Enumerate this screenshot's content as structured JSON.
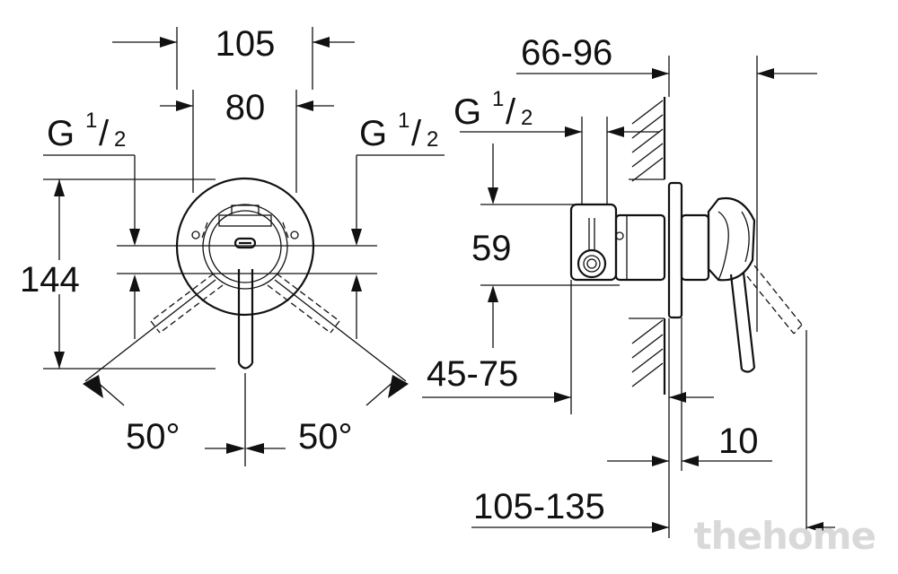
{
  "front_view": {
    "width_outer": "105",
    "width_inner": "80",
    "connection_left": {
      "main": "G ",
      "num": "1",
      "slash": "/",
      "den": "2"
    },
    "connection_right": {
      "main": "G ",
      "num": "1",
      "slash": "/",
      "den": "2"
    },
    "height": "144",
    "angle_left": "50°",
    "angle_right": "50°"
  },
  "side_view": {
    "depth_range": "66-96",
    "connection": {
      "main": "G ",
      "num": "1",
      "slash": "/",
      "den": "2"
    },
    "inlet_height": "59",
    "install_depth": "45-75",
    "rosette_thickness": "10",
    "total_depth": "105-135"
  },
  "watermark": "thehome",
  "colors": {
    "line": "#111111",
    "watermark": "#d9d9d9"
  }
}
